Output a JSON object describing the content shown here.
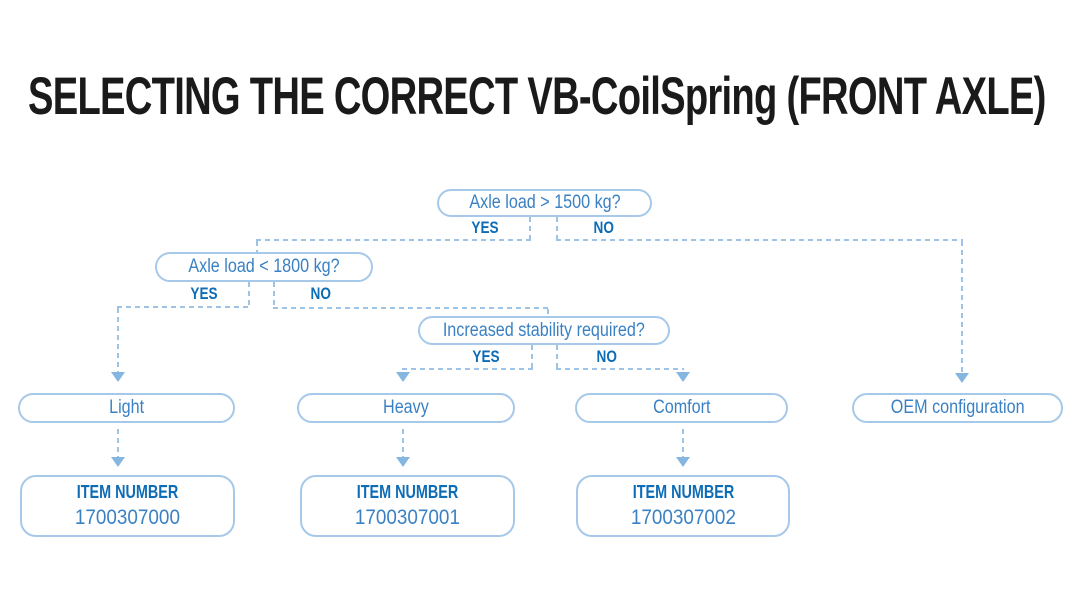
{
  "title": "SELECTING THE CORRECT VB-CoilSpring (FRONT AXLE)",
  "colors": {
    "title_text": "#1a1a1a",
    "box_border": "#a6c9e9",
    "box_text": "#3a81c4",
    "label_text": "#0d6cb6",
    "connector": "#9dc3e6",
    "arrowhead": "#85b6e0",
    "background": "#ffffff"
  },
  "flow": {
    "q1": {
      "text": "Axle load > 1500 kg?",
      "yes": "YES",
      "no": "NO"
    },
    "q2": {
      "text": "Axle load < 1800 kg?",
      "yes": "YES",
      "no": "NO"
    },
    "q3": {
      "text": "Increased stability required?",
      "yes": "YES",
      "no": "NO"
    },
    "results": {
      "light": "Light",
      "heavy": "Heavy",
      "comfort": "Comfort",
      "oem": "OEM configuration"
    },
    "items": [
      {
        "label": "ITEM NUMBER",
        "number": "1700307000"
      },
      {
        "label": "ITEM NUMBER",
        "number": "1700307001"
      },
      {
        "label": "ITEM NUMBER",
        "number": "1700307002"
      }
    ]
  }
}
